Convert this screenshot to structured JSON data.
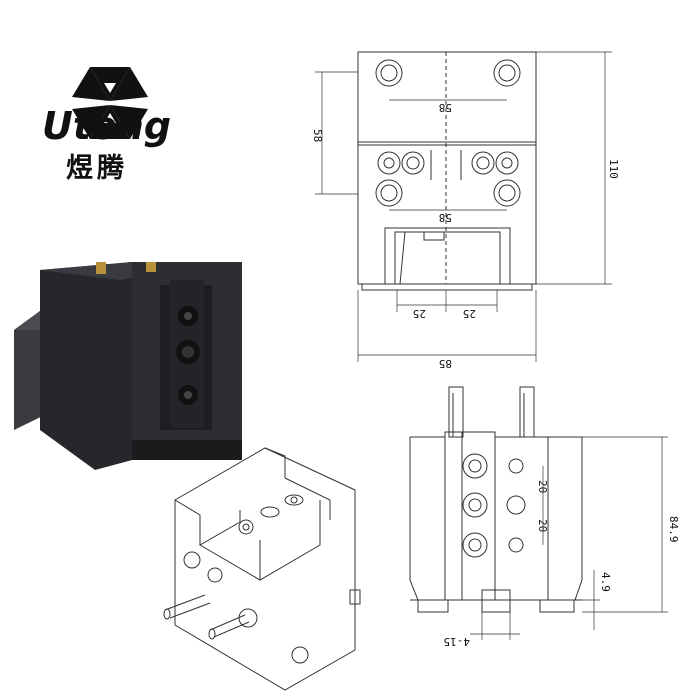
{
  "brand": {
    "name": "Uteng",
    "name_cn": "煜腾",
    "logo_icon": "hexagon-triangles-logo-icon"
  },
  "top_view_drawing": {
    "dims": {
      "hole_pitch_top": "58",
      "hole_pitch_bottom": "58",
      "left_vertical": "58",
      "height": "110",
      "slot_left": "25",
      "slot_right": "25",
      "width": "85"
    }
  },
  "front_view_drawing": {
    "dims": {
      "pitch_upper": "20",
      "pitch_lower": "20",
      "height": "84.9",
      "step": "4.9",
      "key_width": "4-15"
    }
  },
  "colors": {
    "line": "#333333",
    "body_dark": "#2a2b2e",
    "brass": "#b8913a"
  }
}
